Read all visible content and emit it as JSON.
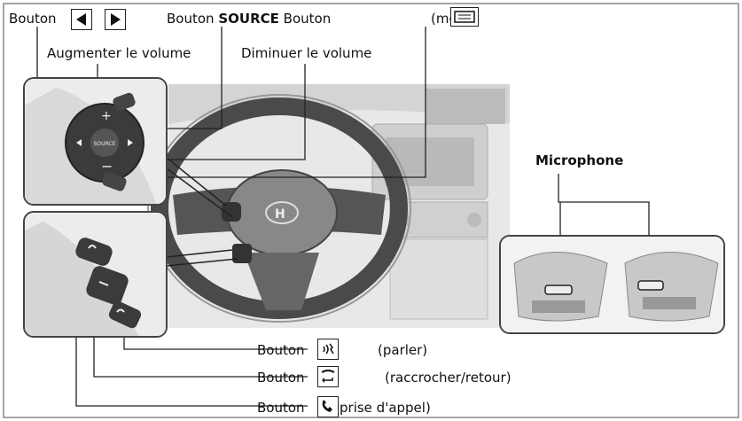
{
  "labels": {
    "bouton_arrows": "Bouton",
    "source_bold": "SOURCE",
    "bouton_prefix": "Bouton",
    "bouton_suffix": "Bouton",
    "menu": "(menu)",
    "augmenter": "Augmenter le volume",
    "diminuer": "Diminuer le volume",
    "microphone": "Microphone",
    "bouton_parler": "Bouton",
    "parler": "(parler)",
    "bouton_raccrocher": "Bouton",
    "raccrocher": "(raccrocher/retour)",
    "bouton_prise": "Bouton",
    "prise": "prise d'appel)"
  },
  "wheel_text": {
    "source": "SOURCE"
  },
  "icons": [
    "left-arrow-icon",
    "right-arrow-icon",
    "menu-icon",
    "talk-icon",
    "hangup-back-icon",
    "pickup-phone-icon"
  ],
  "colors": {
    "frame": "#444444",
    "inset_bg": "#eeeeee",
    "leader_line": "#222222"
  }
}
